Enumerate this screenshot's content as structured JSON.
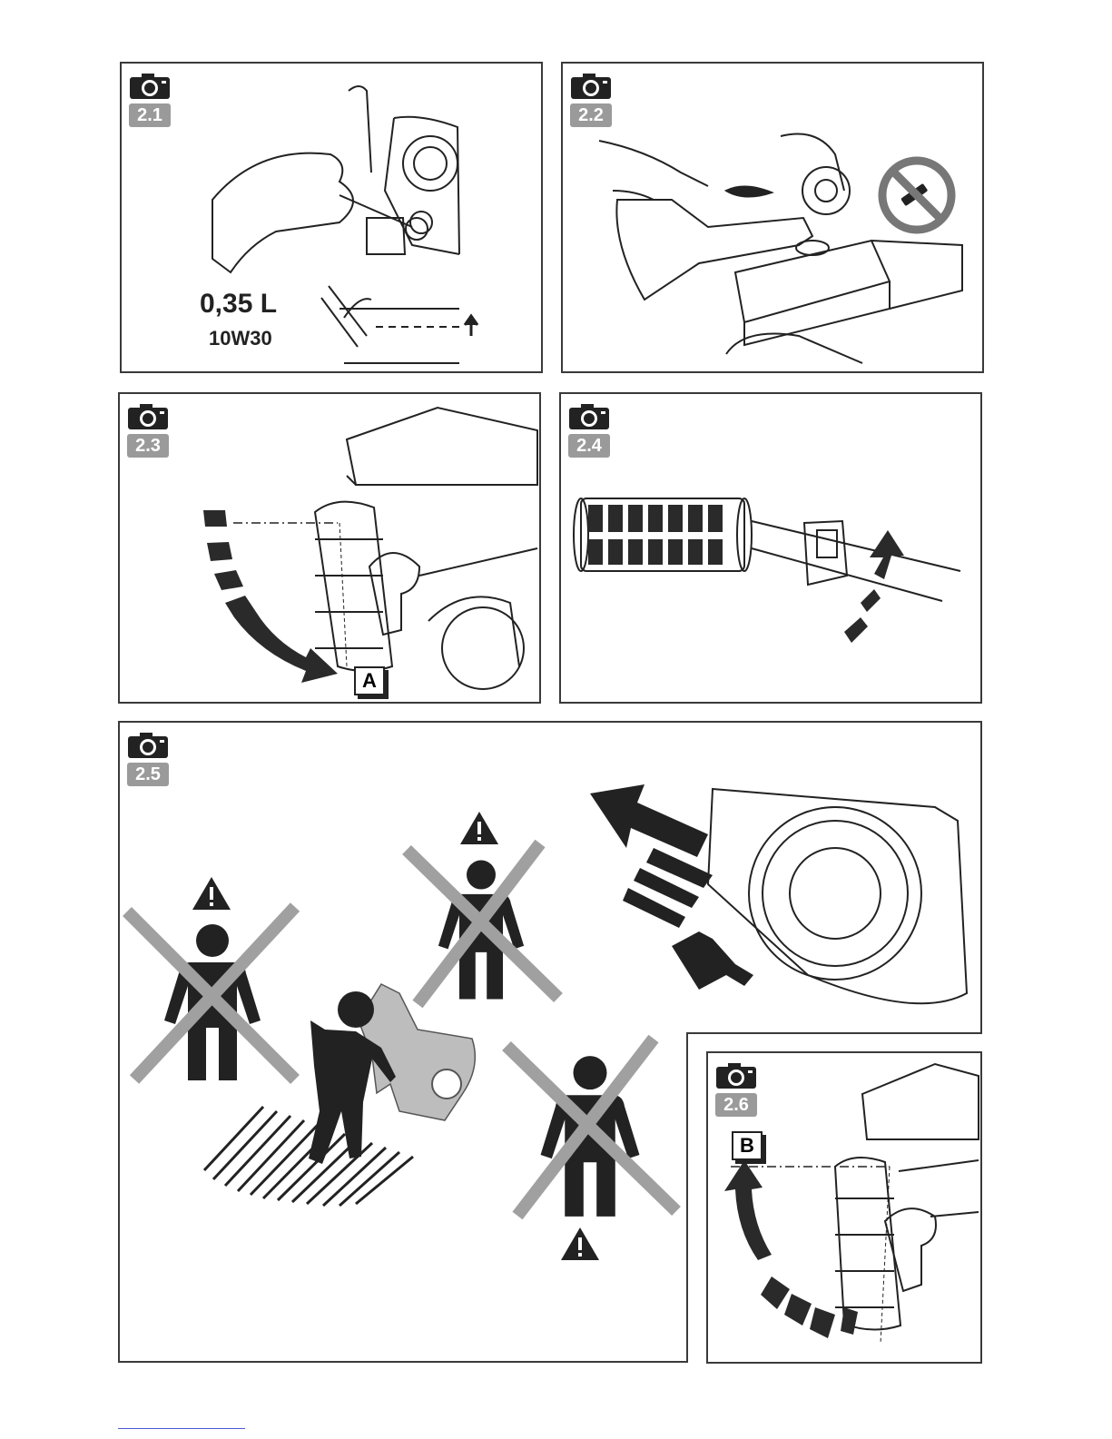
{
  "panels": {
    "p21": {
      "badge": "2.1",
      "oil_volume": "0,35 L",
      "oil_grade": "10W30"
    },
    "p22": {
      "badge": "2.2"
    },
    "p23": {
      "badge": "2.3",
      "label": "A"
    },
    "p24": {
      "badge": "2.4"
    },
    "p25": {
      "badge": "2.5"
    },
    "p26": {
      "badge": "2.6",
      "label": "B"
    }
  },
  "icons": {
    "badge_icon": "camera-icon",
    "warning_icon": "warning-triangle-icon",
    "forbidden_icon": "no-smoking-icon"
  },
  "colors": {
    "frame": "#3a3a3a",
    "badge_bg": "#9a9a9a",
    "ink": "#2a2a2a",
    "cross": "#9a9a9a"
  }
}
